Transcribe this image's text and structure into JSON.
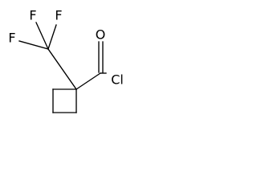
{
  "molecule": {
    "atoms": {
      "fluorine_top_left": "F",
      "fluorine_top_right": "F",
      "fluorine_left": "F",
      "oxygen": "O",
      "chlorine": "Cl"
    }
  }
}
